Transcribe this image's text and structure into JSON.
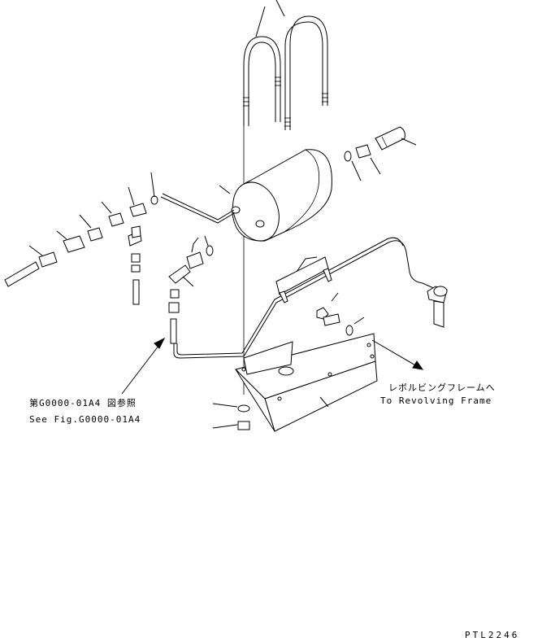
{
  "diagram": {
    "reference_note": {
      "line1": "第G0000-01A4 図参照",
      "line2": "See Fig.G0000-01A4"
    },
    "direction_note": {
      "line1": "レボルビングフレームへ",
      "line2": "To Revolving Frame"
    },
    "drawing_code": "PTL2246"
  }
}
